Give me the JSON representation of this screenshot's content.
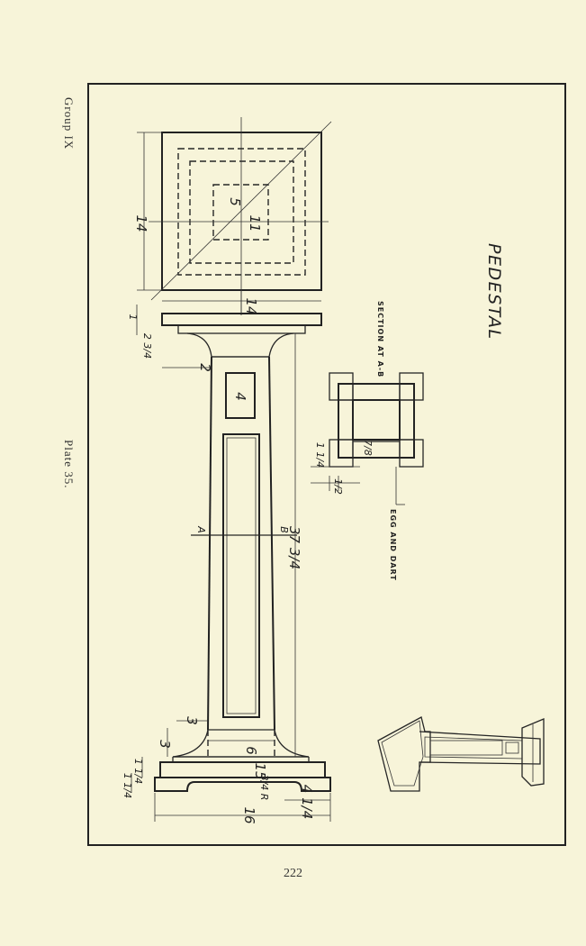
{
  "margin": {
    "group": "Group IX",
    "plate": "Plate 35."
  },
  "page_number": "222",
  "drawing": {
    "title": "PEDESTAL",
    "section_label": "SECTION AT A-B",
    "egg_dart_label": "EGG AND DART",
    "section_letters": {
      "a": "A",
      "b": "B"
    },
    "dimensions": {
      "top_width": "14",
      "top_height": "14",
      "inner_5": "5",
      "inner_11": "11",
      "top_thickness": "1",
      "cap_height": "2 3/4",
      "cap_overhang": "2",
      "panel_4": "4",
      "shaft_height": "37 3/4",
      "base_block_3a": "3",
      "base_block_3b": "3",
      "base_6": "6",
      "base_15": "15",
      "base_height_a": "1 1/4",
      "base_height_b": "1 1/4",
      "foot_radius": "3/4 R",
      "foot_4": "4 1/4",
      "base_16": "16",
      "section_7_8": "7/8",
      "section_1_4": "1 1/4",
      "section_1_2": "1/2"
    }
  },
  "colors": {
    "paper": "#f7f4d9",
    "ink": "#222222"
  }
}
